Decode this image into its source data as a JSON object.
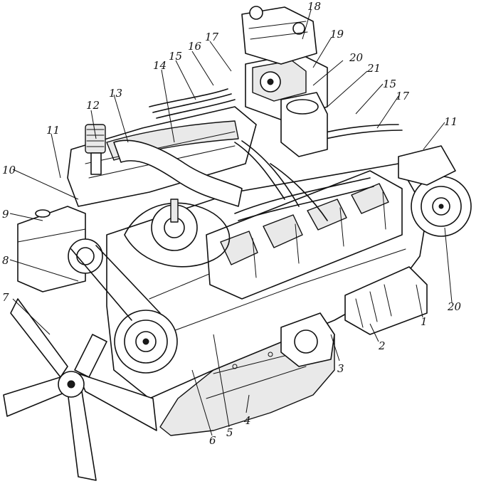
{
  "callouts": [
    {
      "id": "c1",
      "text": "1"
    },
    {
      "id": "c2",
      "text": "2"
    },
    {
      "id": "c3",
      "text": "3"
    },
    {
      "id": "c4",
      "text": "4"
    },
    {
      "id": "c5",
      "text": "5"
    },
    {
      "id": "c6",
      "text": "6"
    },
    {
      "id": "c7",
      "text": "7"
    },
    {
      "id": "c8",
      "text": "8"
    },
    {
      "id": "c9",
      "text": "9"
    },
    {
      "id": "c10",
      "text": "10"
    },
    {
      "id": "c11a",
      "text": "11"
    },
    {
      "id": "c11b",
      "text": "11"
    },
    {
      "id": "c12",
      "text": "12"
    },
    {
      "id": "c13",
      "text": "13"
    },
    {
      "id": "c14",
      "text": "14"
    },
    {
      "id": "c15a",
      "text": "15"
    },
    {
      "id": "c15b",
      "text": "15"
    },
    {
      "id": "c16",
      "text": "16"
    },
    {
      "id": "c17a",
      "text": "17"
    },
    {
      "id": "c17b",
      "text": "17"
    },
    {
      "id": "c18",
      "text": "18"
    },
    {
      "id": "c19",
      "text": "19"
    },
    {
      "id": "c20a",
      "text": "20"
    },
    {
      "id": "c20b",
      "text": "20"
    },
    {
      "id": "c21",
      "text": "21"
    }
  ]
}
